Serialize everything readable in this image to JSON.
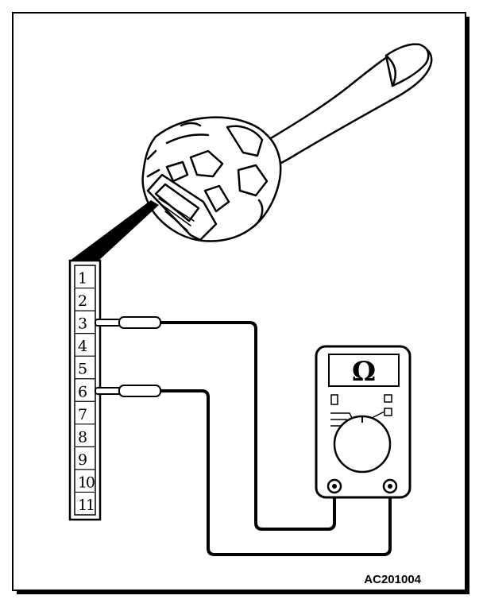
{
  "connector": {
    "pins": [
      "1",
      "2",
      "3",
      "4",
      "5",
      "6",
      "7",
      "8",
      "9",
      "10",
      "11"
    ]
  },
  "meter": {
    "symbol": "Ω"
  },
  "figure_code": "AC201004"
}
